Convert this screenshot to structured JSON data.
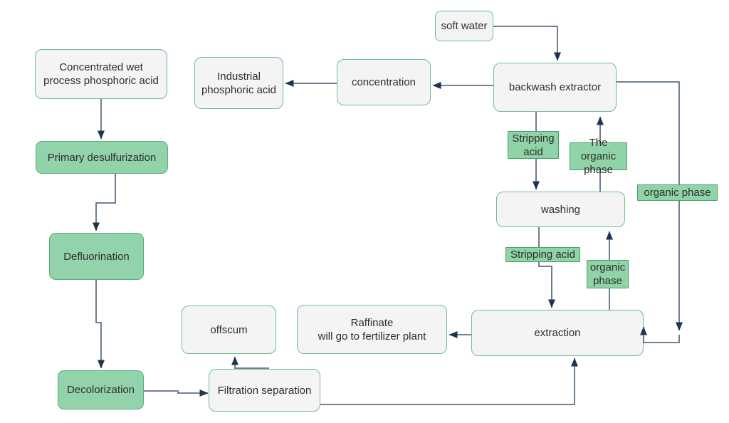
{
  "colors": {
    "background": "#ffffff",
    "node_fill_gray": "#f4f4f4",
    "node_border_green": "#6fbd92",
    "node_fill_green": "#92d3ab",
    "node_border_green_dark": "#55b07f",
    "label_fill_green": "#8fd3a6",
    "label_border_green": "#44a06c",
    "edge_color": "#5d7185",
    "arrowhead_color": "#1e3450",
    "text_color": "#2e2e2e"
  },
  "nodes": {
    "concentrated_wet_acid": {
      "lines": [
        "Concentrated wet",
        "process phosphoric acid"
      ]
    },
    "primary_desulfurization": {
      "lines": [
        "Primary desulfurization"
      ]
    },
    "defluorination": {
      "lines": [
        "Defluorination"
      ]
    },
    "decolorization": {
      "lines": [
        "Decolorization"
      ]
    },
    "industrial_phosphoric_acid": {
      "lines": [
        "Industrial",
        "phosphoric acid"
      ]
    },
    "concentration": {
      "lines": [
        "concentration"
      ]
    },
    "soft_water": {
      "lines": [
        "soft water"
      ]
    },
    "backwash_extractor": {
      "lines": [
        "backwash extractor"
      ]
    },
    "washing": {
      "lines": [
        "washing"
      ]
    },
    "extraction": {
      "lines": [
        "extraction"
      ]
    },
    "raffinate": {
      "lines": [
        "Raffinate",
        "will go to fertilizer plant"
      ]
    },
    "offscum": {
      "lines": [
        "offscum"
      ]
    },
    "filtration_separation": {
      "lines": [
        "Filtration separation"
      ]
    }
  },
  "edge_labels": {
    "stripping_acid_upper": {
      "lines": [
        "Stripping",
        "acid"
      ]
    },
    "the_organic_phase": {
      "lines": [
        "The organic",
        "phase"
      ]
    },
    "organic_phase_right": {
      "lines": [
        "organic phase"
      ]
    },
    "stripping_acid_lower": {
      "lines": [
        "Stripping acid"
      ]
    },
    "organic_phase_mid": {
      "lines": [
        "organic",
        "phase"
      ]
    }
  }
}
